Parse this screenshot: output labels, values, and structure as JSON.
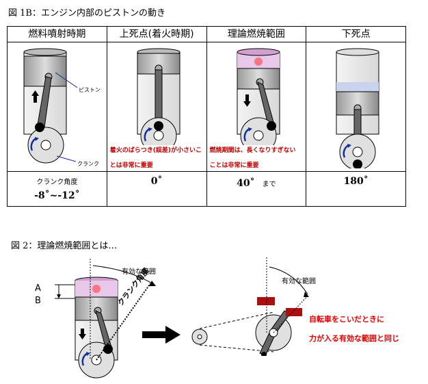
{
  "fig1": {
    "title": "図 1B：エンジン内部のピストンの動き",
    "headers": [
      "燃料噴射時期",
      "上死点(着火時期)",
      "理論燃焼範囲",
      "下死点"
    ],
    "labels": {
      "piston": "ピストン",
      "crank": "クランク"
    },
    "notes": {
      "col2_line1": "着火のばらつき(誤差)が小さいこ",
      "col2_line2": "とは非常に重要",
      "col3_line1": "燃焼期間は、長くなりすぎない",
      "col3_line2": "ことは非常に重要"
    },
    "values": {
      "col1_label": "クランク角度",
      "col1_value": "-8˚~-12˚",
      "col2": "0˚",
      "col3": "40˚",
      "col3_suffix": "まで",
      "col4": "180˚"
    }
  },
  "fig2": {
    "title": "図 2：理論燃焼範囲とは…",
    "label_a": "A",
    "label_b": "B",
    "effective_range_left": "有効な範囲",
    "crank_angle": "クランク角度",
    "effective_range_right": "有効な範囲",
    "bike_line1": "自転車をこいだときに",
    "bike_line2": "力が入る有効な範囲と同じ"
  }
}
